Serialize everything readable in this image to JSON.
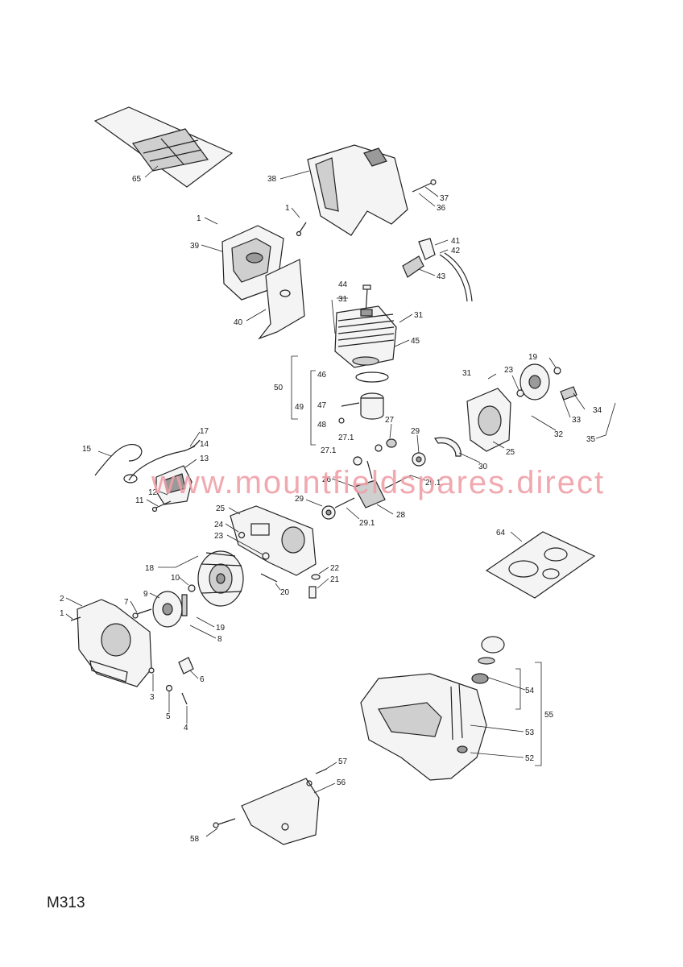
{
  "watermark": "www.mountfieldspares.direct",
  "diagram_code": "M313",
  "callouts": [
    {
      "id": "c65",
      "text": "65"
    },
    {
      "id": "c38",
      "text": "38"
    },
    {
      "id": "c37",
      "text": "37"
    },
    {
      "id": "c36",
      "text": "36"
    },
    {
      "id": "c1a",
      "text": "1"
    },
    {
      "id": "c1b",
      "text": "1"
    },
    {
      "id": "c39",
      "text": "39"
    },
    {
      "id": "c41",
      "text": "41"
    },
    {
      "id": "c42",
      "text": "42"
    },
    {
      "id": "c43",
      "text": "43"
    },
    {
      "id": "c44",
      "text": "44"
    },
    {
      "id": "c31a",
      "text": "31"
    },
    {
      "id": "c31b",
      "text": "31"
    },
    {
      "id": "c40",
      "text": "40"
    },
    {
      "id": "c45",
      "text": "45"
    },
    {
      "id": "c50",
      "text": "50"
    },
    {
      "id": "c46",
      "text": "46"
    },
    {
      "id": "c49",
      "text": "49"
    },
    {
      "id": "c47",
      "text": "47"
    },
    {
      "id": "c48",
      "text": "48"
    },
    {
      "id": "c27",
      "text": "27"
    },
    {
      "id": "c27_1a",
      "text": "27.1"
    },
    {
      "id": "c27_1b",
      "text": "27.1"
    },
    {
      "id": "c29a",
      "text": "29"
    },
    {
      "id": "c31c",
      "text": "31"
    },
    {
      "id": "c23a",
      "text": "23"
    },
    {
      "id": "c19a",
      "text": "19"
    },
    {
      "id": "c33",
      "text": "33"
    },
    {
      "id": "c34",
      "text": "34"
    },
    {
      "id": "c32",
      "text": "32"
    },
    {
      "id": "c35",
      "text": "35"
    },
    {
      "id": "c25a",
      "text": "25"
    },
    {
      "id": "c30",
      "text": "30"
    },
    {
      "id": "c17",
      "text": "17"
    },
    {
      "id": "c15",
      "text": "15"
    },
    {
      "id": "c14",
      "text": "14"
    },
    {
      "id": "c13",
      "text": "13"
    },
    {
      "id": "c12",
      "text": "12"
    },
    {
      "id": "c11",
      "text": "11"
    },
    {
      "id": "c26",
      "text": "26"
    },
    {
      "id": "c29_1a",
      "text": "29.1"
    },
    {
      "id": "c29b",
      "text": "29"
    },
    {
      "id": "c28",
      "text": "28"
    },
    {
      "id": "c29_1b",
      "text": "29.1"
    },
    {
      "id": "c25b",
      "text": "25"
    },
    {
      "id": "c24",
      "text": "24"
    },
    {
      "id": "c23b",
      "text": "23"
    },
    {
      "id": "c64",
      "text": "64"
    },
    {
      "id": "c18",
      "text": "18"
    },
    {
      "id": "c10",
      "text": "10"
    },
    {
      "id": "c22",
      "text": "22"
    },
    {
      "id": "c21",
      "text": "21"
    },
    {
      "id": "c20",
      "text": "20"
    },
    {
      "id": "c2",
      "text": "2"
    },
    {
      "id": "c9",
      "text": "9"
    },
    {
      "id": "c7",
      "text": "7"
    },
    {
      "id": "c1c",
      "text": "1"
    },
    {
      "id": "c19b",
      "text": "19"
    },
    {
      "id": "c8",
      "text": "8"
    },
    {
      "id": "c6",
      "text": "6"
    },
    {
      "id": "c3",
      "text": "3"
    },
    {
      "id": "c5",
      "text": "5"
    },
    {
      "id": "c4",
      "text": "4"
    },
    {
      "id": "c54",
      "text": "54"
    },
    {
      "id": "c55",
      "text": "55"
    },
    {
      "id": "c53",
      "text": "53"
    },
    {
      "id": "c52",
      "text": "52"
    },
    {
      "id": "c57",
      "text": "57"
    },
    {
      "id": "c56",
      "text": "56"
    },
    {
      "id": "c58",
      "text": "58"
    }
  ]
}
